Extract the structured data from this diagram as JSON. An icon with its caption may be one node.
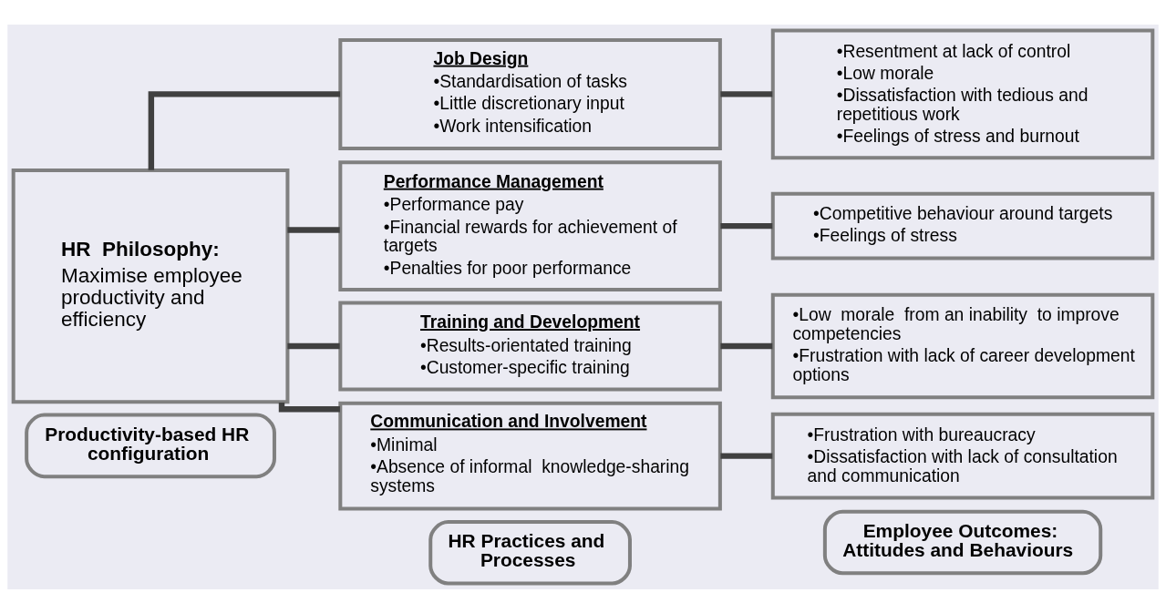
{
  "diagram": {
    "nodes": [
      {
        "text": [
          "Productivity-based HR configuration"
        ]
      },
      {
        "text": [
          "HR Practices and Processes"
        ]
      },
      {
        "text": [
          "Employee Outcomes: Attitudes and Behaviours"
        ]
      },
      {
        "text": [
          "HR  Philosophy:",
          "Maximise employee productivity and efficiency"
        ]
      },
      {
        "text": [
          "Job Design",
          "•Standardisation of tasks",
          "•Little discretionary input",
          "•Work intensification"
        ]
      },
      {
        "text": [
          "Performance Management",
          "•Performance pay",
          "•Financial rewards for achievement of targets",
          "•Penalties for poor performance"
        ]
      },
      {
        "text": [
          "Training and Development",
          "•Results-orientated training",
          "•Customer-specific training"
        ]
      },
      {
        "text": [
          "Communication and Involvement",
          "•Minimal",
          "•Absence of informal  knowledge-sharing systems"
        ]
      },
      {
        "text": [
          "•Resentment at lack of control",
          "•Low morale",
          "•Dissatisfaction with tedious and repetitious work",
          "•Feelings of stress and burnout"
        ]
      },
      {
        "text": [
          "•Competitive behaviour around targets",
          "•Feelings of stress"
        ]
      },
      {
        "text": [
          "•Low  morale  from an inability  to improve competencies",
          "•Frustration with lack of career development options"
        ]
      },
      {
        "text": [
          "•Frustration with bureaucracy",
          "•Dissatisfaction with lack of consultation and communication"
        ]
      }
    ],
    "edges": [
      {
        "from": 3,
        "to": 4,
        "arrow": "none"
      },
      {
        "from": 3,
        "to": 5,
        "arrow": "none"
      },
      {
        "from": 3,
        "to": 6,
        "arrow": "none"
      },
      {
        "from": 3,
        "to": 7,
        "arrow": "none"
      },
      {
        "from": 4,
        "to": 8,
        "arrow": "none"
      },
      {
        "from": 5,
        "to": 9,
        "arrow": "none"
      },
      {
        "from": 6,
        "to": 10,
        "arrow": "none"
      },
      {
        "from": 7,
        "to": 11,
        "arrow": "none"
      }
    ]
  }
}
